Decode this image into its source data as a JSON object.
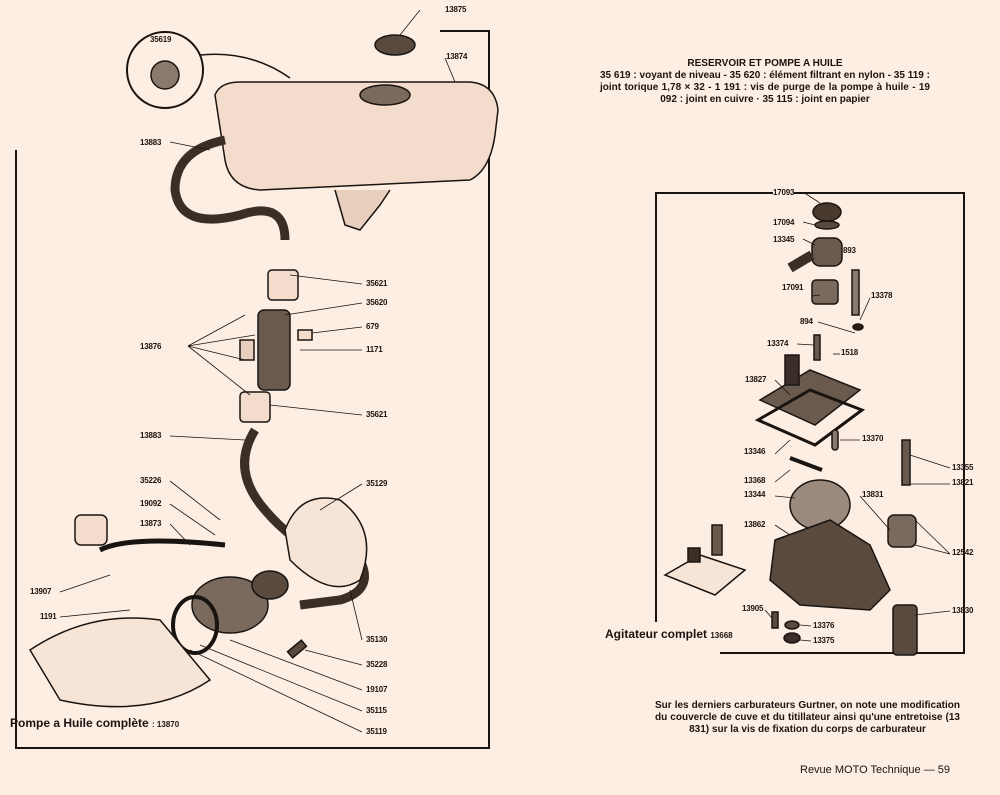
{
  "header": {
    "title": "RESERVOIR ET POMPE A HUILE",
    "caption": "35 619 : voyant de niveau - 35 620 : élément filtrant en nylon - 35 119 : joint torique 1,78 × 32 - 1 191 : vis de purge de la pompe à huile - 19 092 : joint en cuivre · 35 115 : joint en papier"
  },
  "left_diagram": {
    "labels": [
      "35619",
      "13875",
      "13874",
      "13883",
      "35621",
      "35620",
      "679",
      "1171",
      "13876",
      "35621",
      "13883",
      "35129",
      "35226",
      "19092",
      "13873",
      "13907",
      "1191",
      "35130",
      "35228",
      "19107",
      "35115",
      "35119"
    ],
    "assembly_label": "Pompe a Huile complète",
    "assembly_ref": ": 13870"
  },
  "right_diagram": {
    "labels": [
      "17093",
      "17094",
      "13345",
      "893",
      "17091",
      "13378",
      "894",
      "13374",
      "1518",
      "13827",
      "13370",
      "13346",
      "13355",
      "13368",
      "13821",
      "13344",
      "13831",
      "13862",
      "12542",
      "13905",
      "13830",
      "13376",
      "13375"
    ],
    "assembly_label": "Agitateur complet",
    "assembly_ref": "13668"
  },
  "note": "Sur les derniers carburateurs Gurtner, on note une modification du couvercle de cuve et du titillateur ainsi qu'une entretoise (13 831) sur la vis de fixation du corps de carburateur",
  "footer": "Revue MOTO Technique — 59"
}
